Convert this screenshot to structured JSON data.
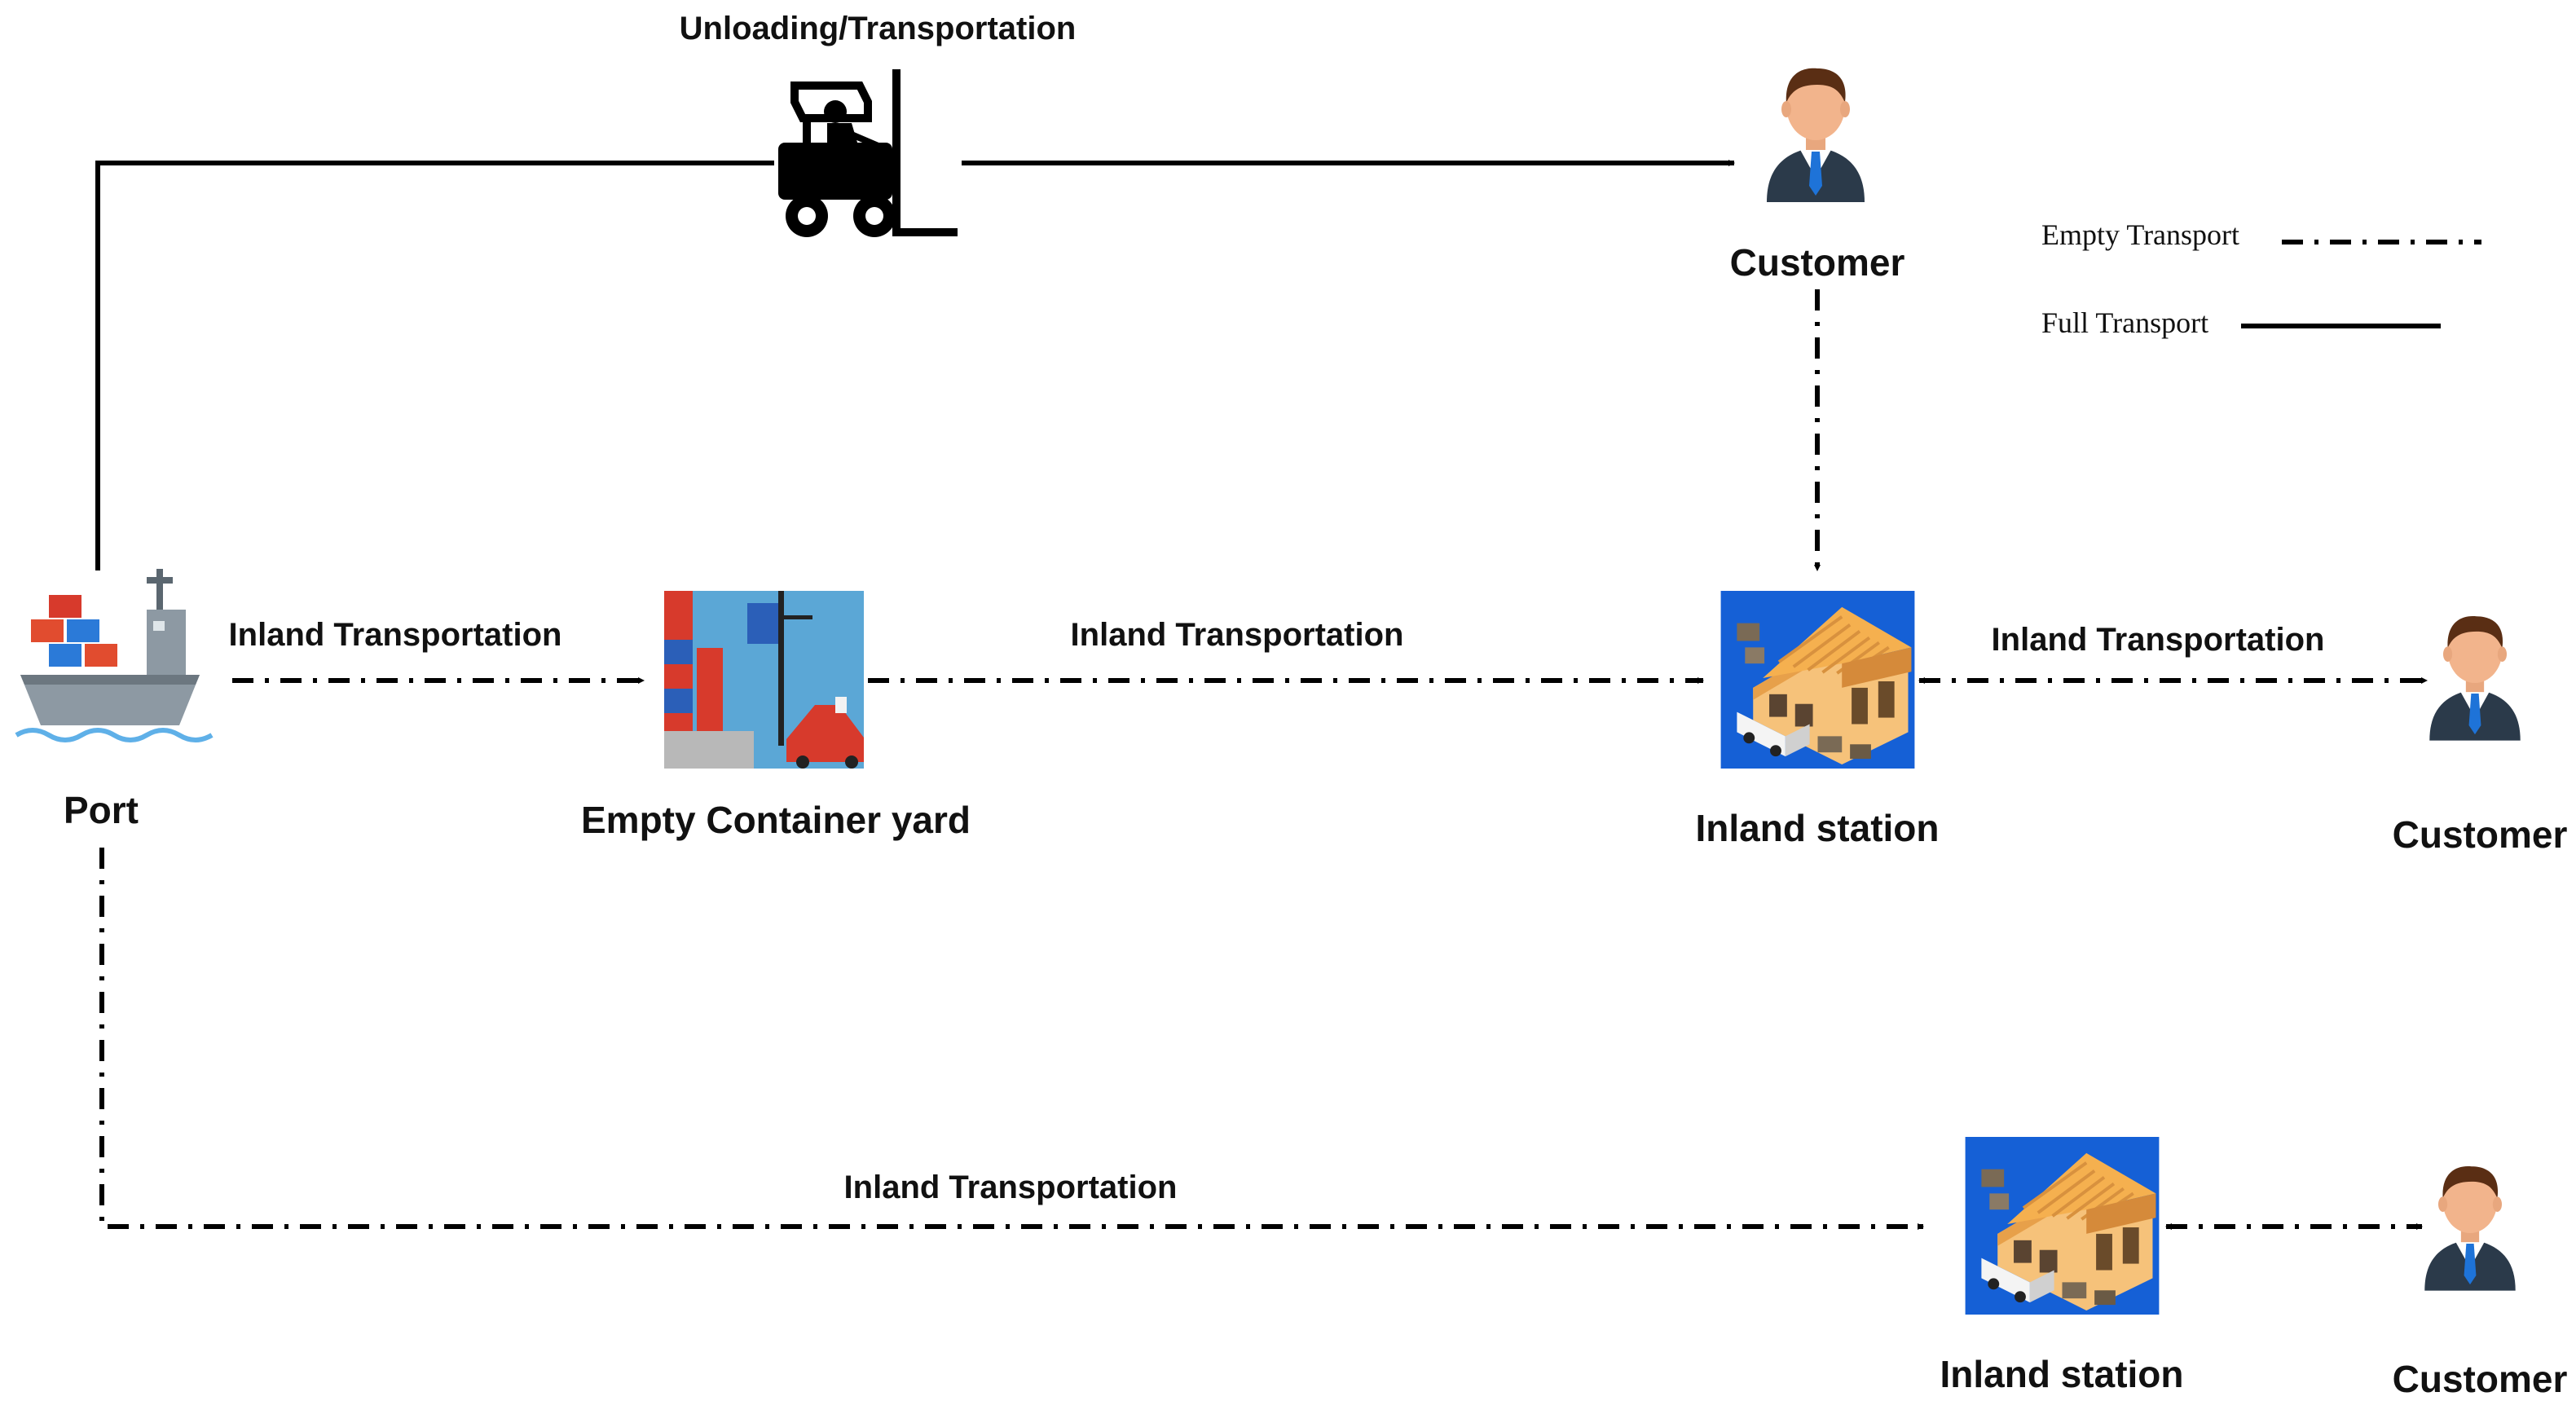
{
  "nodes": {
    "port": "Port",
    "empty_yard": "Empty Container yard",
    "inland_station_1": "Inland station",
    "inland_station_2": "Inland station",
    "customer_top": "Customer",
    "customer_mid": "Customer",
    "customer_bottom": "Customer"
  },
  "edges": {
    "unloading": "Unloading/Transportation",
    "port_to_yard": "Inland Transportation",
    "yard_to_station": "Inland Transportation",
    "station_to_customer": "Inland Transportation",
    "port_to_station2": "Inland Transportation"
  },
  "legend": {
    "empty": "Empty Transport",
    "full": "Full Transport"
  },
  "icons": [
    "ship-icon",
    "forklift-icon",
    "container-yard-icon",
    "warehouse-icon",
    "customer-icon"
  ],
  "colors": {
    "line": "#000000",
    "warehouse_bg": "#1560d6",
    "warehouse_roof": "#f5b04f",
    "yard_bg": "#5ba7d6",
    "container_red": "#d73a2c",
    "suit_blue": "#2b3a4a",
    "tie_blue": "#1e73d8"
  }
}
